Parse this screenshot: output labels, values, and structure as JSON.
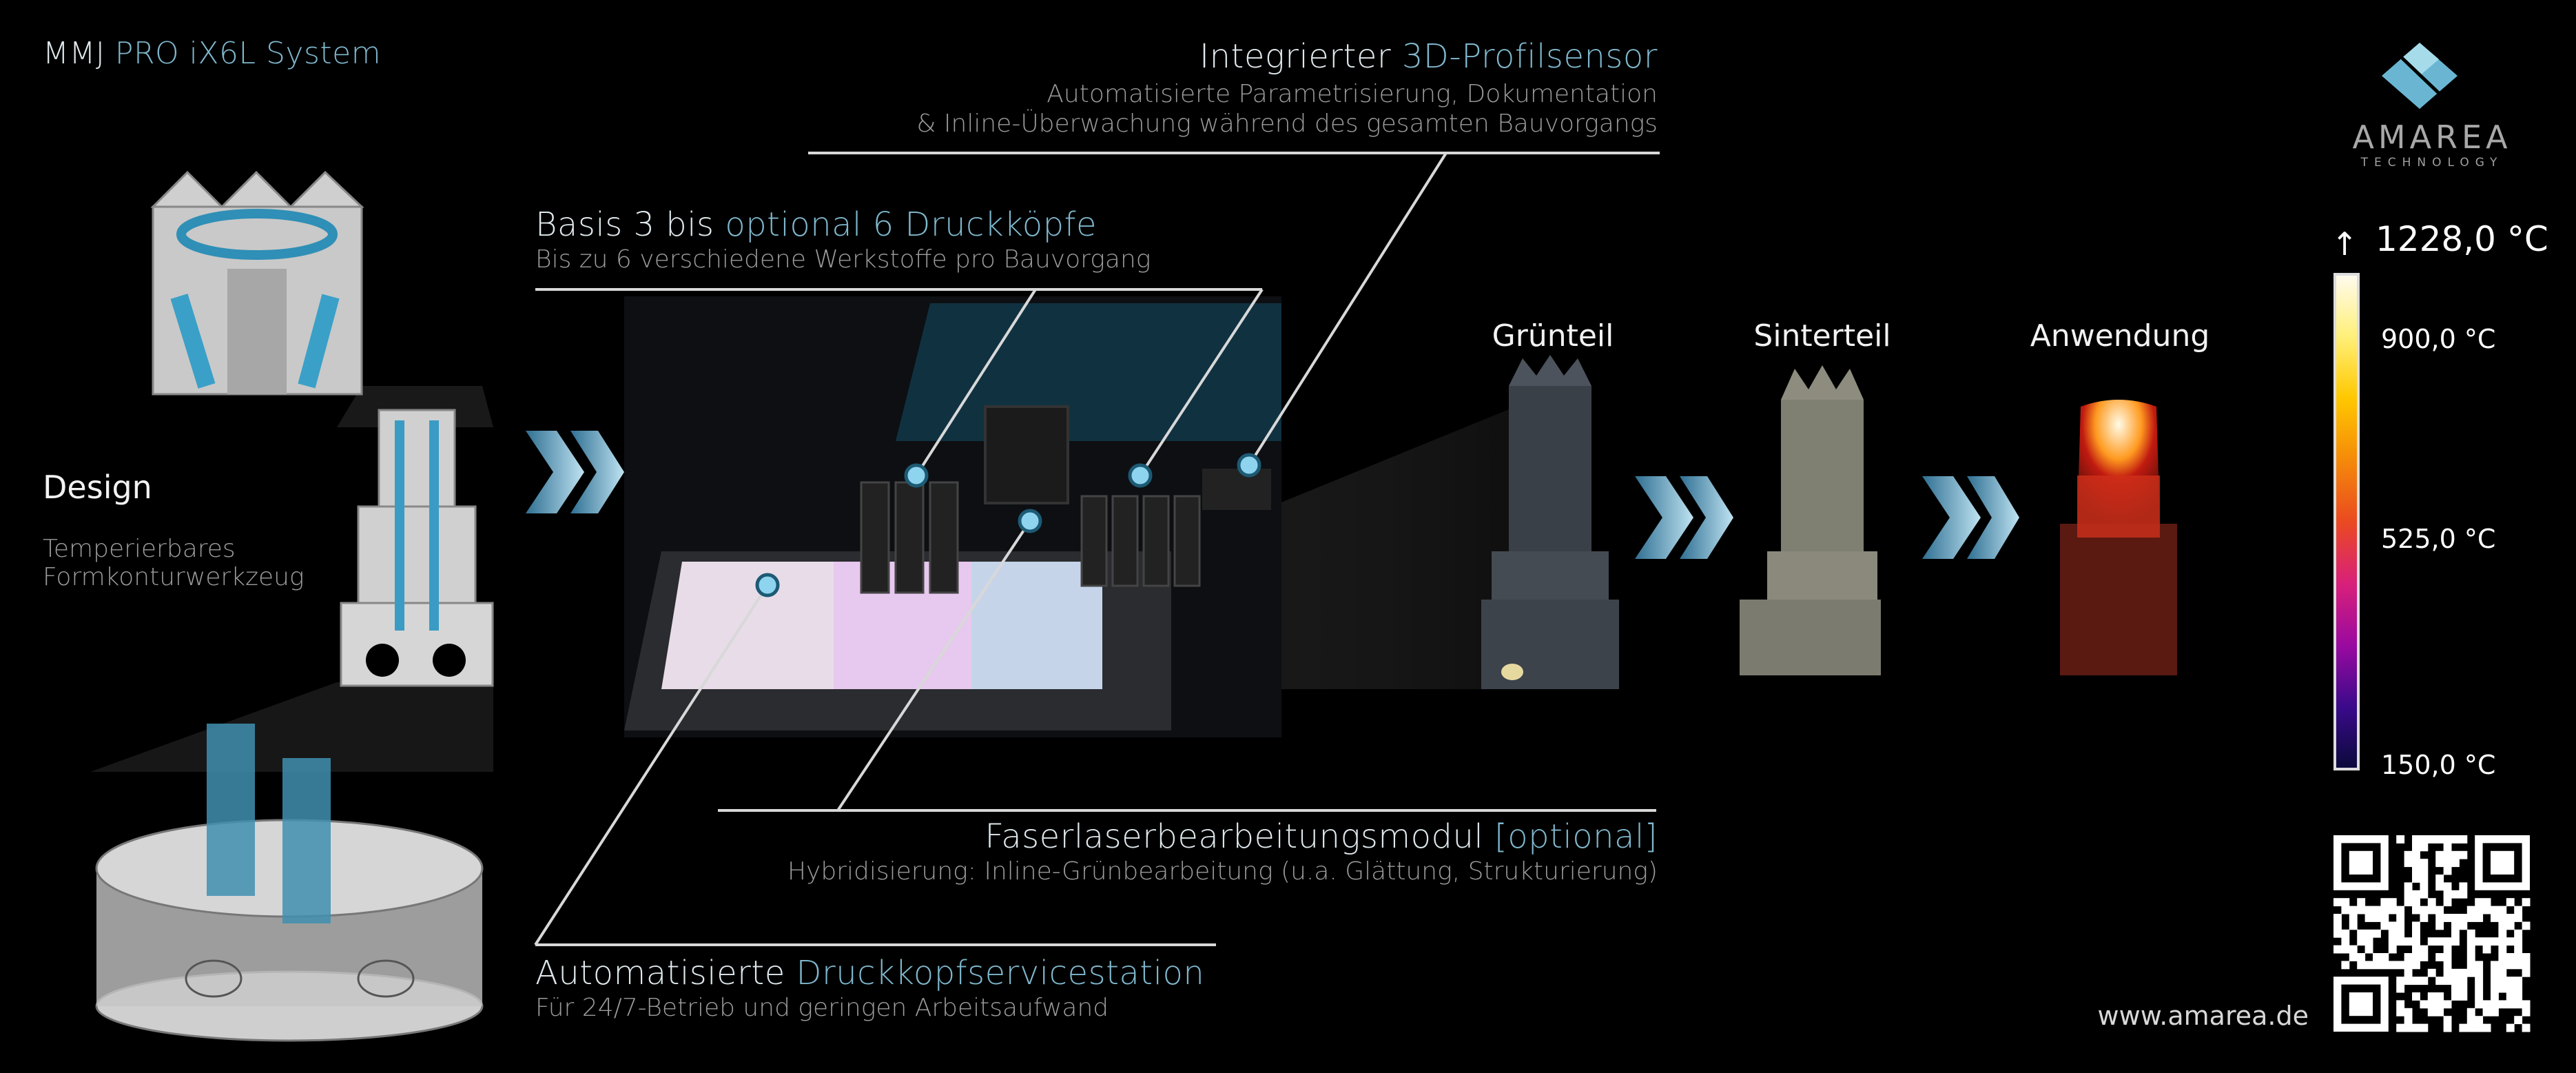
{
  "system_title": {
    "part1": "MMJ",
    "part2": "PRO iX6L System"
  },
  "callouts": {
    "sensor": {
      "title_white": "Integrierter",
      "title_blue": "3D-Profilsensor",
      "line1": "Automatisierte Parametrisierung, Dokumentation",
      "line2": "& Inline-Überwachung während des gesamten Bauvorgangs"
    },
    "printheads": {
      "title_white": "Basis 3 bis",
      "title_blue": "optional 6 Druckköpfe",
      "line1": "Bis zu 6 verschiedene Werkstoffe pro Bauvorgang"
    },
    "laser": {
      "title_white": "Faserlaserbearbeitungsmodul",
      "title_blue": "[optional]",
      "line1": "Hybridisierung: Inline-Grünbearbeitung (u.a. Glättung, Strukturierung)"
    },
    "service": {
      "title_white": "Automatisierte",
      "title_blue": "Druckkopfservicestation",
      "line1": "Für 24/7-Betrieb und geringen Arbeitsaufwand"
    }
  },
  "design": {
    "title": "Design",
    "line1": "Temperierbares",
    "line2": "Formkonturwerkzeug"
  },
  "stages": [
    "Grünteil",
    "Sinterteil",
    "Anwendung"
  ],
  "logo": {
    "name": "AMAREA",
    "sub": "TECHNOLOGY"
  },
  "colorbar": {
    "max_label": "1228,0 °C",
    "ticks": [
      "900,0 °C",
      "525,0 °C",
      "150,0 °C"
    ],
    "min_value": 150,
    "max_value": 1228,
    "colors": [
      "#0a0a3a",
      "#3a0a8a",
      "#9a0aa0",
      "#d8207a",
      "#ea4a20",
      "#f58a0a",
      "#ffc800",
      "#fff07a",
      "#fffbf0"
    ]
  },
  "accent": "#7fb7cd",
  "website": "www.amarea.de"
}
